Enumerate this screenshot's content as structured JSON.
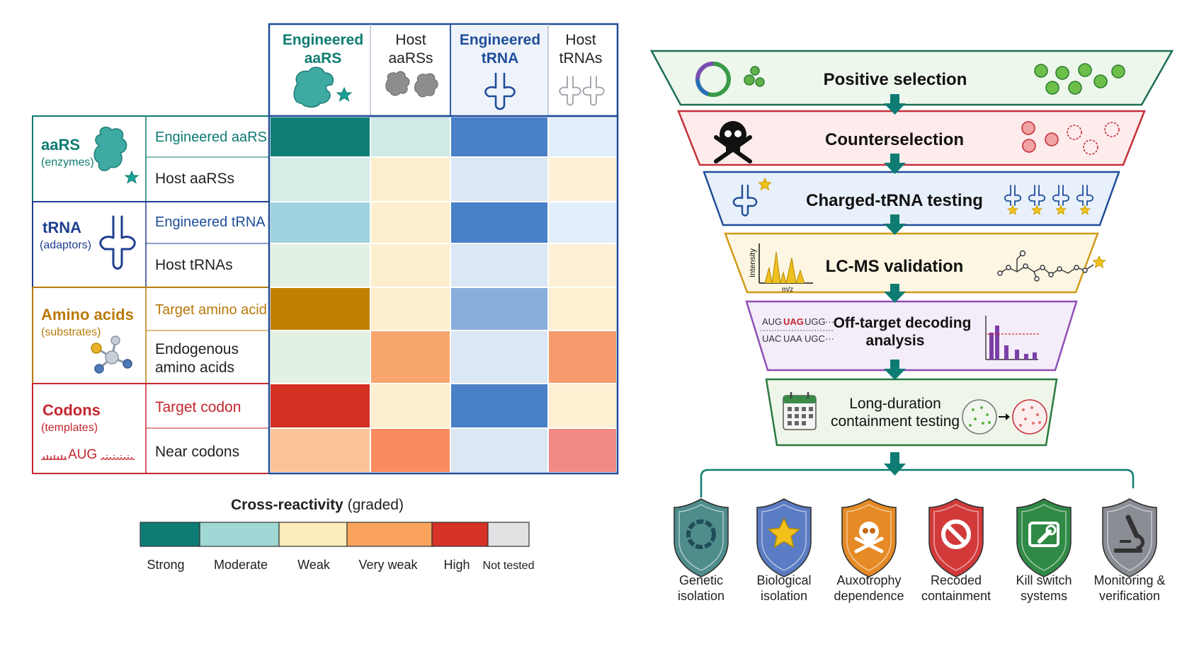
{
  "matrix": {
    "columns": [
      {
        "line1": "Engineered",
        "line2": "aaRS",
        "color": "#0e7c72"
      },
      {
        "line1": "Host",
        "line2": "aaRSs",
        "color": "#222222"
      },
      {
        "line1": "Engineered",
        "line2": "tRNA",
        "color": "#1f4e99"
      },
      {
        "line1": "Host",
        "line2": "tRNAs",
        "color": "#222222"
      }
    ],
    "groups": [
      {
        "title": "aaRS",
        "subtitle": "(enzymes)",
        "color": "#0e7c72",
        "icon": "enzyme-icon"
      },
      {
        "title": "tRNA",
        "subtitle": "(adaptors)",
        "color": "#1f3f8f",
        "icon": "trna-icon"
      },
      {
        "title": "Amino acids",
        "subtitle": "(substrates)",
        "color": "#b97a0a",
        "icon": "molecule-icon"
      },
      {
        "title": "Codons",
        "subtitle": "(templates)",
        "color": "#c4262e",
        "icon": "mrna-icon",
        "codon": "AUG"
      }
    ],
    "rows": [
      {
        "label": "Engineered aaRS",
        "color": "#0e7c72",
        "cells": [
          "#0f7f76",
          "#cdeae6",
          "#4a80c7",
          "#e2eef9"
        ]
      },
      {
        "label": "Host aaRSs",
        "color": "#222222",
        "cells": [
          "#d5ece7",
          "#fdefcd",
          "#dbe7f5",
          "#fdf0d6"
        ]
      },
      {
        "label": "Engineered tRNA",
        "color": "#1f4e99",
        "cells": [
          "#9fd3df",
          "#fdefcd",
          "#4a80c7",
          "#e2eef9"
        ]
      },
      {
        "label": "Host tRNAs",
        "color": "#222222",
        "cells": [
          "#e3f1e3",
          "#fdefcd",
          "#dbe7f5",
          "#fdf0d6"
        ]
      },
      {
        "label": "Target amino acid",
        "color": "#b97a0a",
        "cells": [
          "#c08000",
          "#fdefcd",
          "#8aaedb",
          "#fdefd2"
        ]
      },
      {
        "label": "Endogenous",
        "label2": "amino acids",
        "color": "#222222",
        "cells": [
          "#e3f1e3",
          "#f9a56e",
          "#dbe7f5",
          "#f69c6c"
        ]
      },
      {
        "label": "Target codon",
        "color": "#c4262e",
        "cells": [
          "#d43024",
          "#fdefcd",
          "#4a80c7",
          "#fdefd2"
        ]
      },
      {
        "label": "Near codons",
        "color": "#222222",
        "cells": [
          "#fcc399",
          "#f98b5f",
          "#dbe7f5",
          "#f08a82"
        ]
      }
    ]
  },
  "legend": {
    "title": "Cross-reactivity",
    "title_suffix": "(graded)",
    "items": [
      {
        "label": "Strong",
        "color": "#0e7c72"
      },
      {
        "label": "Moderate",
        "color": "#9fd8d4"
      },
      {
        "label": "Weak",
        "color": "#fdedbb"
      },
      {
        "label": "Very weak",
        "color": "#f9a35c"
      },
      {
        "label": "High",
        "color": "#d63226"
      },
      {
        "label": "Not tested",
        "color": "#e2e2e4"
      }
    ]
  },
  "funnel": {
    "steps": [
      {
        "label": "Positive selection",
        "border": "#1d6e55",
        "fill": "#eef7ec"
      },
      {
        "label": "Counterselection",
        "border": "#c5303a",
        "fill": "#fdeceb"
      },
      {
        "label": "Charged-tRNA testing",
        "border": "#1f4e99",
        "fill": "#e8f0fb"
      },
      {
        "label": "LC-MS validation",
        "border": "#d09a18",
        "fill": "#fdf6e2",
        "axis_y": "Intensity",
        "axis_x": "m/z"
      },
      {
        "label": "Off-target decoding",
        "label2": "analysis",
        "border": "#8e4fb5",
        "fill": "#f4ecf9",
        "codons_top": [
          "AUG",
          "UAG",
          "UGG",
          "···"
        ],
        "codons_bottom": [
          "UAC",
          "UAA",
          "UGC",
          "···"
        ]
      },
      {
        "label": "Long-duration",
        "label2": "containment testing",
        "border": "#2b7a3e",
        "fill": "#eef6ea"
      }
    ],
    "arrow_color": "#0e7c72"
  },
  "strategies": [
    {
      "line1": "Genetic",
      "line2": "isolation",
      "color": "#4f8c8c",
      "icon": "ring-icon"
    },
    {
      "line1": "Biological",
      "line2": "isolation",
      "color": "#5a7cc4",
      "icon": "star-icon"
    },
    {
      "line1": "Auxotrophy",
      "line2": "dependence",
      "color": "#e58a25",
      "icon": "skull-icon"
    },
    {
      "line1": "Recoded",
      "line2": "containment",
      "color": "#d23a3a",
      "icon": "prohibit-icon"
    },
    {
      "line1": "Kill switch",
      "line2": "systems",
      "color": "#2f8a45",
      "icon": "switch-icon"
    },
    {
      "line1": "Monitoring &",
      "line2": "verification",
      "color": "#8a8d94",
      "icon": "microscope-icon"
    }
  ]
}
